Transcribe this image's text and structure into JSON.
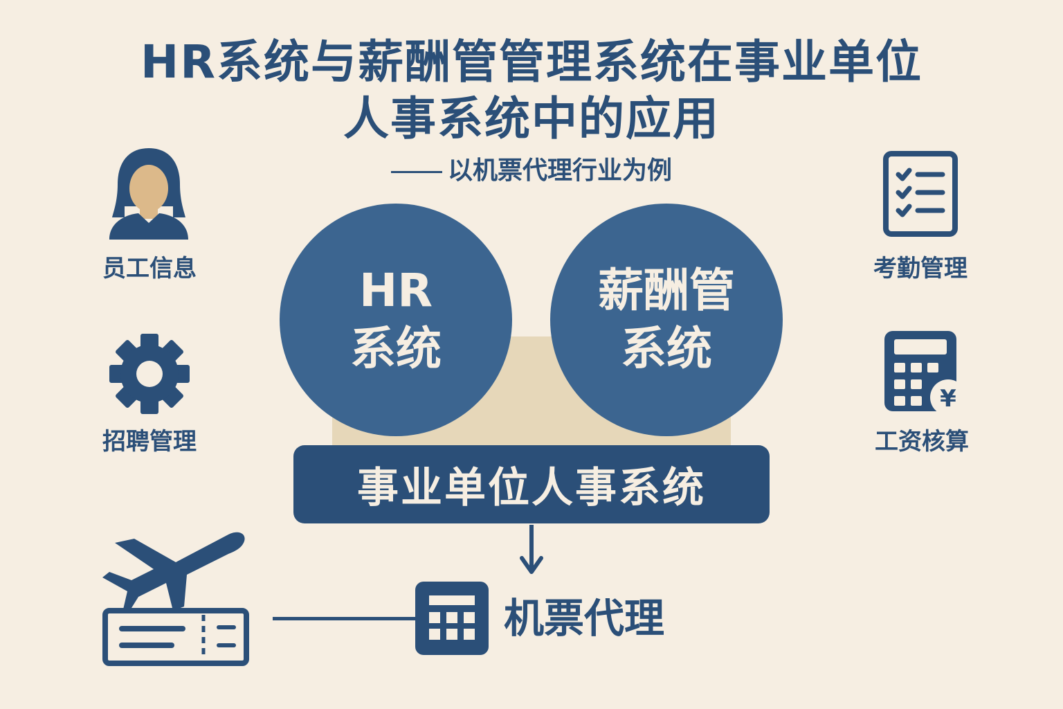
{
  "title": {
    "line1": "HR系统与薪酬管管理系统在事业单位",
    "line2": "人事系统中的应用",
    "subtitle": "以机票代理行业为例"
  },
  "left_items": [
    {
      "label": "员工信息",
      "icon": "person-icon"
    },
    {
      "label": "招聘管理",
      "icon": "gear-icon"
    }
  ],
  "right_items": [
    {
      "label": "考勤管理",
      "icon": "checklist-icon"
    },
    {
      "label": "工资核算",
      "icon": "calculator-yen-icon"
    }
  ],
  "center": {
    "hr_circle": {
      "line1": "HR",
      "line2": "系统"
    },
    "salary_circle": {
      "line1": "薪酬管",
      "line2": "系统"
    },
    "main_box": "事业单位人事系统",
    "agent_label": "机票代理"
  },
  "colors": {
    "background": "#f6eee2",
    "primary": "#2b4f78",
    "circle": "#3c6590",
    "plate": "#e6d7b9",
    "skin": "#dcb98a"
  }
}
